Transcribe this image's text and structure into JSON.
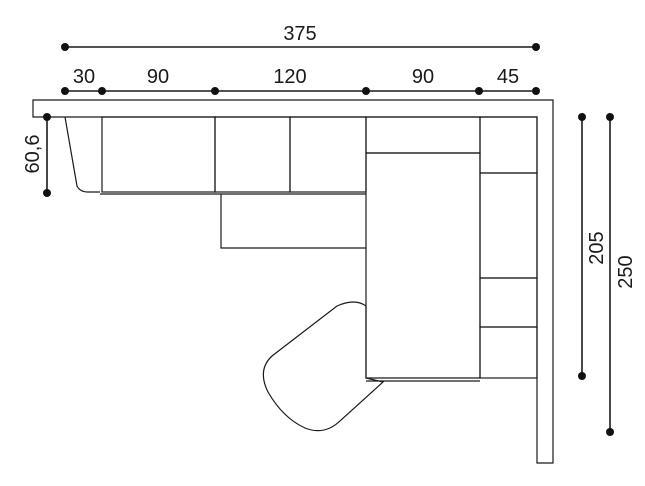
{
  "dimensions": {
    "overall_width": "375",
    "segments": [
      "30",
      "90",
      "120",
      "90",
      "45"
    ],
    "left_depth": "60,6",
    "inner_height": "205",
    "overall_height": "250"
  }
}
